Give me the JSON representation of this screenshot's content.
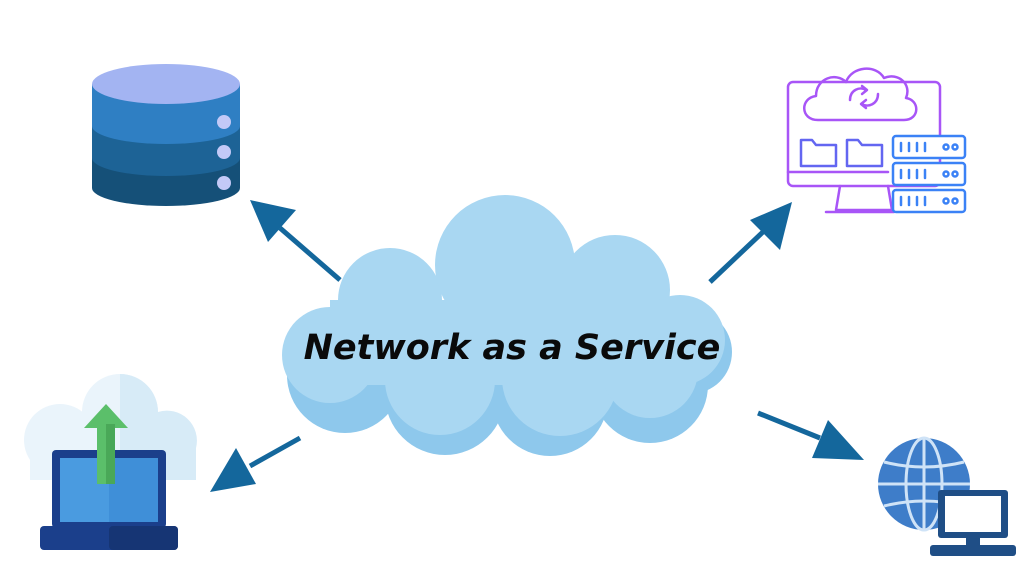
{
  "diagram": {
    "center": {
      "label": "Network as a Service",
      "icon": "cloud-icon"
    },
    "nodes": [
      {
        "icon": "database-icon",
        "position": "top-left"
      },
      {
        "icon": "cloud-computer-server-icon",
        "position": "top-right"
      },
      {
        "icon": "laptop-cloud-upload-icon",
        "position": "bottom-left"
      },
      {
        "icon": "globe-computer-icon",
        "position": "bottom-right"
      }
    ]
  },
  "colors": {
    "cloud": "#a9d7f2",
    "cloud_shadow": "#8ec8ec",
    "arrow": "#14679c",
    "db_top": "#a3b4f2",
    "db_upper": "#2f7fc3",
    "db_middle": "#1d6396",
    "db_lower": "#155078",
    "violet": "#a855f7",
    "blue_outline": "#3b82f6",
    "laptop_blue": "#3f8fd8",
    "upload_green": "#5bbf6a",
    "globe_blue": "#3e7dc9"
  }
}
